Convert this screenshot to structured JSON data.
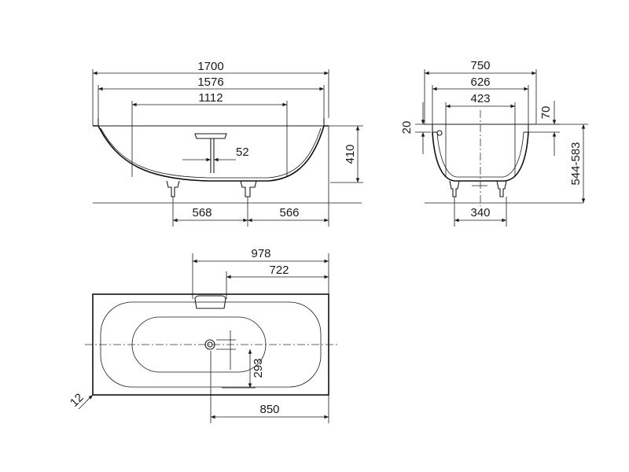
{
  "dimensions": {
    "side_view": {
      "overall_length": "1700",
      "inner_length": "1576",
      "bottom_length": "1112",
      "drain_offset": "52",
      "height": "410",
      "foot_spacing_left": "568",
      "foot_spacing_right": "566"
    },
    "end_view": {
      "overall_width": "750",
      "inner_width": "626",
      "bottom_width": "423",
      "rim_thickness": "20",
      "rim_height": "70",
      "total_height": "544-583",
      "foot_spacing": "340"
    },
    "top_view": {
      "drain_to_end": "978",
      "overflow_to_end": "722",
      "drain_to_side": "293",
      "half_length": "850",
      "corner_radius": "12"
    }
  },
  "colors": {
    "line": "#1a1a1a",
    "background": "#ffffff"
  }
}
